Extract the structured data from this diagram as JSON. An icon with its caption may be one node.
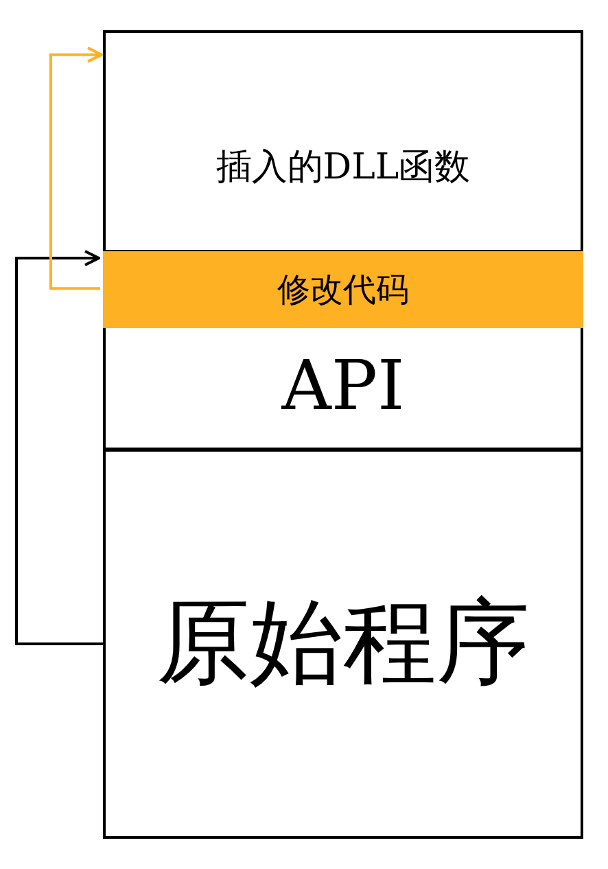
{
  "diagram": {
    "nodes": [
      {
        "text": [
          "插入的DLL函数"
        ]
      },
      {
        "text": [
          "API"
        ]
      },
      {
        "text": [
          "修改代码"
        ],
        "in": 1
      },
      {
        "text": [
          "原始程序"
        ]
      }
    ],
    "edges": [
      {
        "from": 3,
        "to": 2,
        "arrow": "to"
      },
      {
        "from": 2,
        "to": 0,
        "arrow": "to",
        "color": "#ffb124"
      }
    ]
  }
}
